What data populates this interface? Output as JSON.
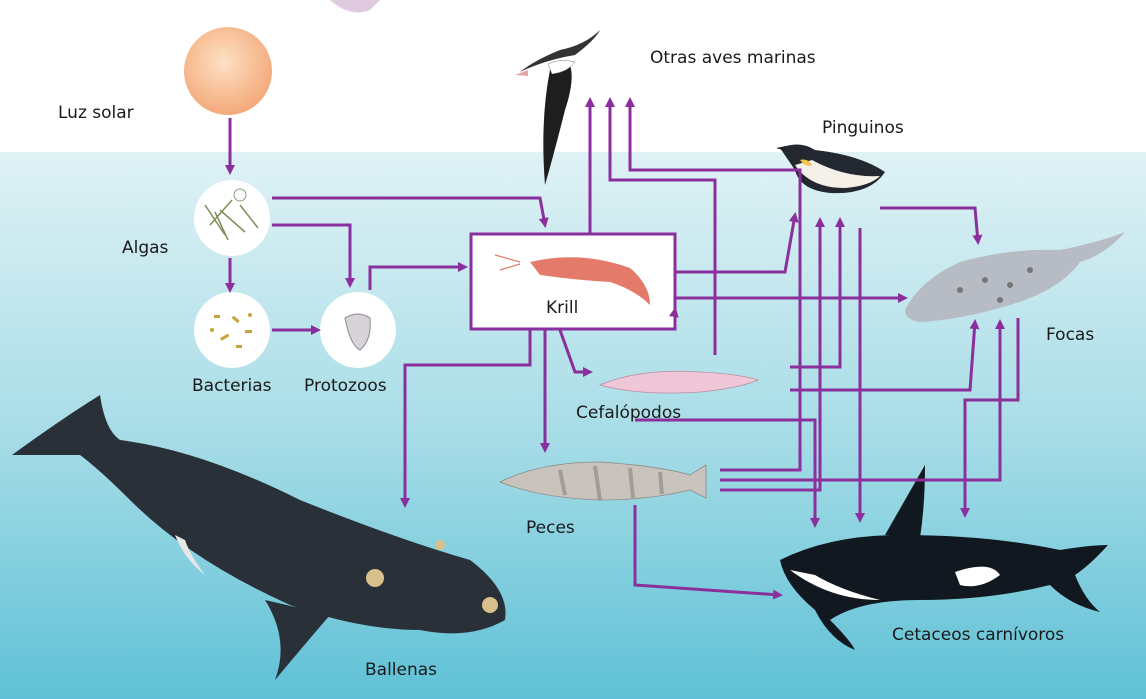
{
  "diagram": {
    "nodes": {
      "sun": "Luz solar",
      "algae": "Algas",
      "bacteria": "Bacterias",
      "protozoa": "Protozoos",
      "krill": "Krill",
      "seabirds": "Otras aves marinas",
      "penguins": "Pinguinos",
      "seals": "Focas",
      "cephalopods": "Cefalópodos",
      "fish": "Peces",
      "whales": "Ballenas",
      "orcas": "Cetaceos carnívoros"
    },
    "colors": {
      "arrow": "#8b2f9c",
      "sky": "#ffffff",
      "water_top": "#d6eef2",
      "water_bottom": "#5cc0d6",
      "sun": "#f6b98d"
    }
  }
}
